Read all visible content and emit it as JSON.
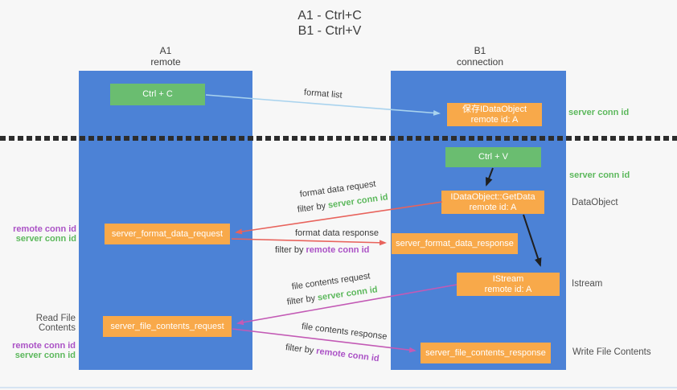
{
  "title": {
    "line1": "A1 - Ctrl+C",
    "line2": "B1 - Ctrl+V"
  },
  "lifelines": {
    "a1": {
      "name": "A1",
      "subtitle": "remote"
    },
    "b1": {
      "name": "B1",
      "subtitle": "connection"
    }
  },
  "nodes": {
    "ctrl_c": {
      "label": "Ctrl + C"
    },
    "save_idataobject": {
      "line1": "保存IDataObject",
      "line2": "remote id: A"
    },
    "ctrl_v": {
      "label": "Ctrl + V"
    },
    "getdata": {
      "line1": "IDataObject::GetData",
      "line2": "remote id: A"
    },
    "format_data_request": {
      "label": "server_format_data_request"
    },
    "format_data_response": {
      "label": "server_format_data_response"
    },
    "istream": {
      "line1": "IStream",
      "line2": "remote id: A"
    },
    "file_contents_request": {
      "label": "server_file_contents_request"
    },
    "file_contents_response": {
      "label": "server_file_contents_response"
    }
  },
  "arrow_labels": {
    "format_list": "format list",
    "format_data_request": "format data request",
    "format_data_request_filter_prefix": "filter by ",
    "format_data_request_filter_key": "server conn id",
    "format_data_response": "format data response",
    "format_data_response_filter_prefix": "filter by ",
    "format_data_response_filter_key": "remote conn id",
    "file_contents_request": "file contents request",
    "file_contents_request_filter_prefix": "filter by ",
    "file_contents_request_filter_key": "server conn id",
    "file_contents_response": "file contents response",
    "file_contents_response_filter_prefix": "filter by ",
    "file_contents_response_filter_key": "remote conn id"
  },
  "annotations": {
    "right_server_conn_id_top": "server conn id",
    "right_server_conn_id_mid": "server conn id",
    "right_dataobject": "DataObject",
    "right_istream": "Istream",
    "right_write_file": "Write File Contents",
    "left_remote_conn_id_mid": "remote conn id",
    "left_server_conn_id_mid": "server conn id",
    "left_read_file": "Read File Contents",
    "left_remote_conn_id_bottom": "remote conn id",
    "left_server_conn_id_bottom": "server conn id"
  },
  "colors": {
    "lifeline_blue": "#4c82d6",
    "node_green": "#6abd70",
    "node_orange": "#f8a94a",
    "arrow_red": "#e8635c",
    "arrow_magenta": "#c35ab5",
    "arrow_lightblue": "#a9d3ee",
    "arrow_black": "#1f1f1f",
    "text_green": "#5cb85c",
    "text_purple": "#ab52c6",
    "text_gray": "#4f4f4f"
  }
}
